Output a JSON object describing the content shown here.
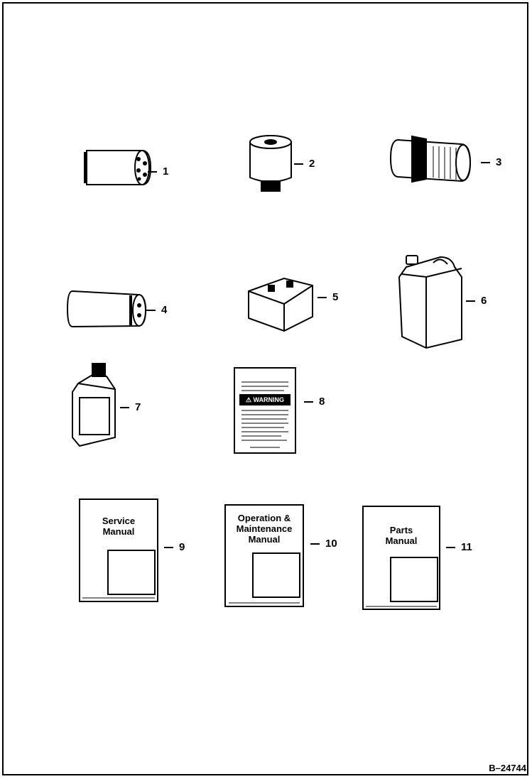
{
  "callouts": [
    "1",
    "2",
    "3",
    "4",
    "5",
    "6",
    "7",
    "8",
    "9",
    "10",
    "11"
  ],
  "decal": {
    "warning": "⚠ WARNING"
  },
  "manuals": {
    "service": [
      "Service",
      "Manual"
    ],
    "operation": [
      "Operation &",
      "Maintenance",
      "Manual"
    ],
    "parts": [
      "Parts",
      "Manual"
    ]
  },
  "figure_id": "B–24744",
  "icons": [
    "oil-filter-icon",
    "fuel-filter-icon",
    "air-filter-icon",
    "hydraulic-filter-icon",
    "battery-icon",
    "coolant-jug-icon",
    "oil-bottle-icon",
    "decal-icon",
    "service-manual-icon",
    "operation-manual-icon",
    "parts-manual-icon"
  ]
}
